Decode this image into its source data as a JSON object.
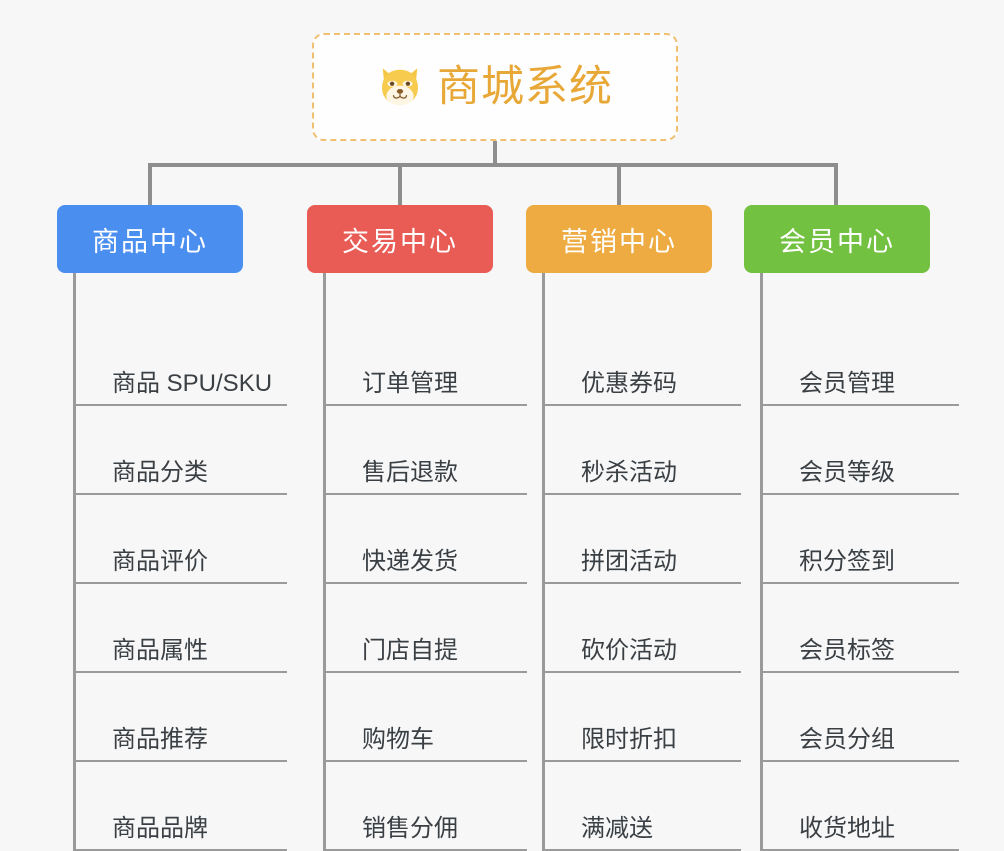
{
  "page": {
    "background": "#f7f7f7",
    "title": "商城系统 功能架构图"
  },
  "root": {
    "label": "商城系统",
    "icon": "shiba-dog-icon",
    "text_color": "#e8a838",
    "border_color": "#f0c070",
    "background": "#fefefe"
  },
  "columns": [
    {
      "id": "product-center",
      "label": "商品中心",
      "color": "#4a8ef0",
      "items": [
        {
          "label": "商品 SPU/SKU"
        },
        {
          "label": "商品分类"
        },
        {
          "label": "商品评价"
        },
        {
          "label": "商品属性"
        },
        {
          "label": "商品推荐"
        },
        {
          "label": "商品品牌"
        }
      ]
    },
    {
      "id": "trade-center",
      "label": "交易中心",
      "color": "#e85c55",
      "items": [
        {
          "label": "订单管理"
        },
        {
          "label": "售后退款"
        },
        {
          "label": "快递发货"
        },
        {
          "label": "门店自提"
        },
        {
          "label": "购物车"
        },
        {
          "label": "销售分佣"
        }
      ]
    },
    {
      "id": "marketing-center",
      "label": "营销中心",
      "color": "#eeab42",
      "items": [
        {
          "label": "优惠券码"
        },
        {
          "label": "秒杀活动"
        },
        {
          "label": "拼团活动"
        },
        {
          "label": "砍价活动"
        },
        {
          "label": "限时折扣"
        },
        {
          "label": "满减送"
        }
      ]
    },
    {
      "id": "member-center",
      "label": "会员中心",
      "color": "#72c140",
      "items": [
        {
          "label": "会员管理"
        },
        {
          "label": "会员等级"
        },
        {
          "label": "积分签到"
        },
        {
          "label": "会员标签"
        },
        {
          "label": "会员分组"
        },
        {
          "label": "收货地址"
        }
      ]
    }
  ],
  "connector": {
    "color": "#8e8e8e"
  },
  "leaf_style": {
    "line_color": "#9a9a9a",
    "text_color": "#3a3f44"
  }
}
